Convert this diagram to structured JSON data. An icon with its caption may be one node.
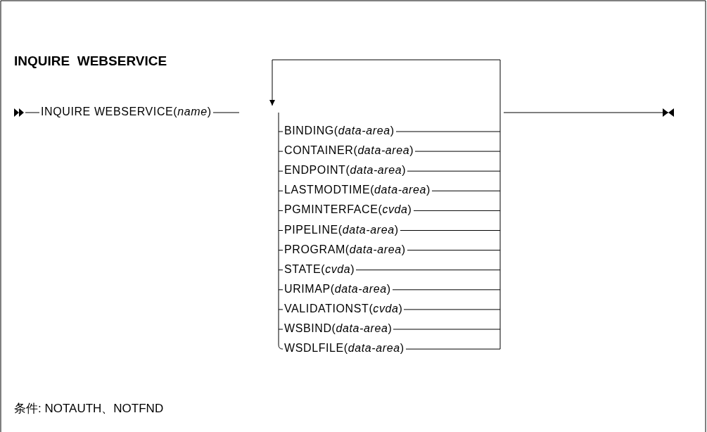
{
  "diagram": {
    "title": "INQUIRE  WEBSERVICE",
    "labels": [
      "INQUIRE WEBSERVICE(*name*)",
      "BINDING(*data-area*)",
      "CONTAINER(*data-area*)",
      "ENDPOINT(*data-area*)",
      "LASTMODTIME(*data-area*)",
      "PGMINTERFACE(*cvda*)",
      "PIPELINE(*data-area*)",
      "PROGRAM(*data-area*)",
      "STATE(*cvda*)",
      "URIMAP(*data-area*)",
      "VALIDATIONST(*cvda*)",
      "WSBIND(*data-area*)",
      "WSDLFILE(*data-area*)",
      "条件: NOTAUTH、NOTFND"
    ]
  }
}
